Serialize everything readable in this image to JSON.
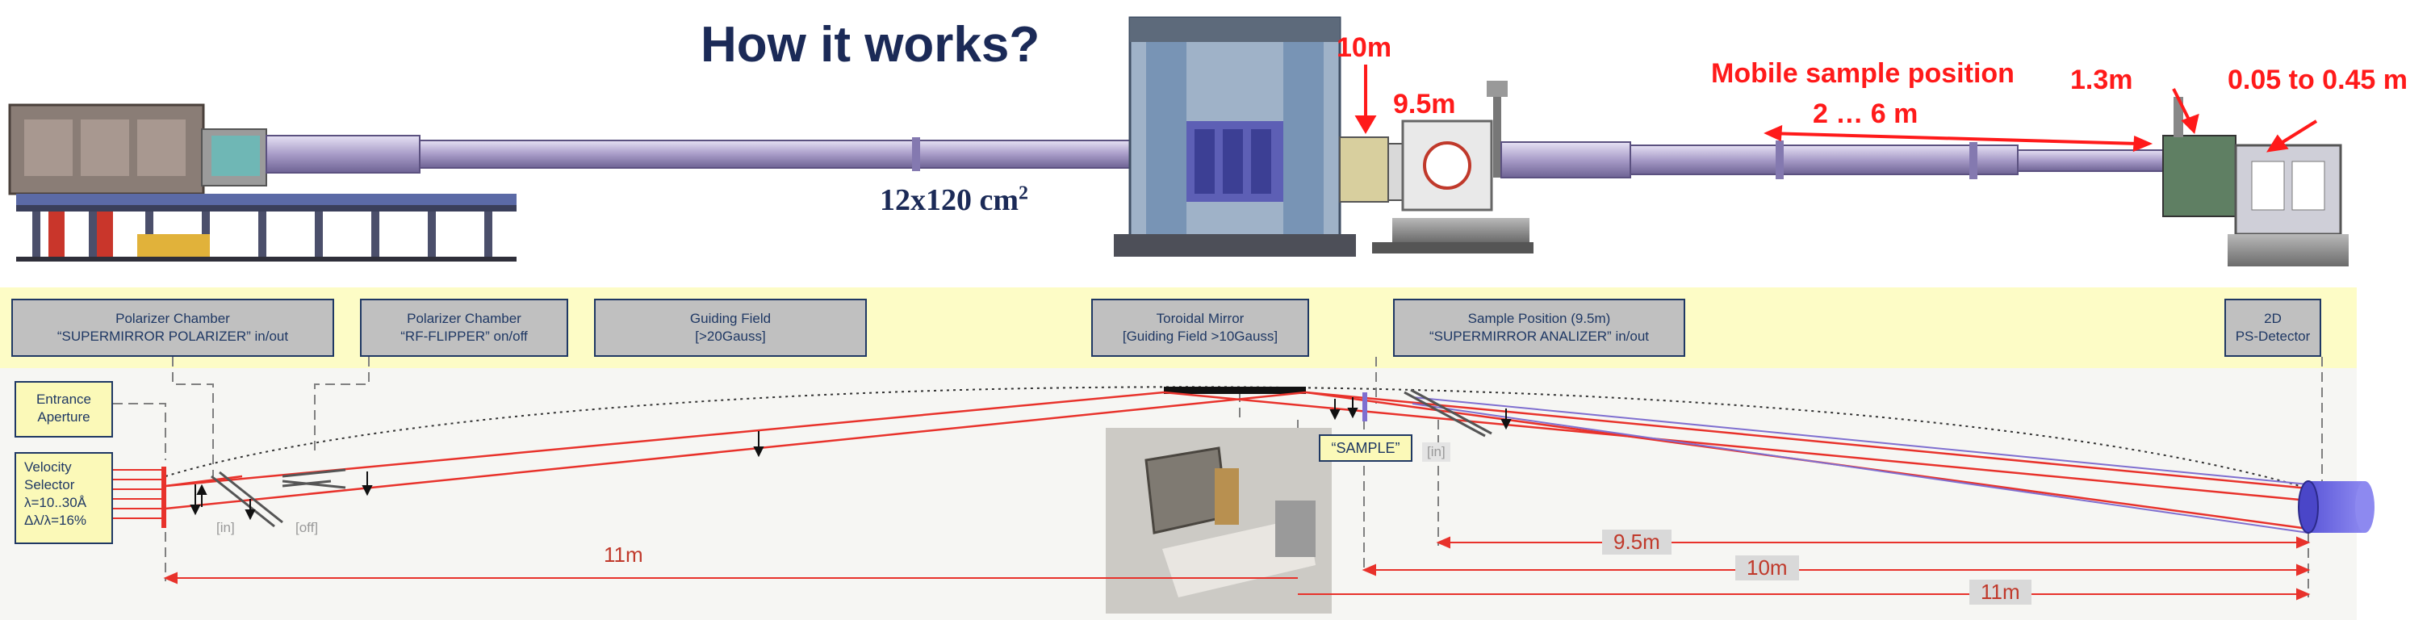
{
  "header": {
    "title": "How it works?",
    "beam_size": "12x120 cm",
    "beam_size_exp": "2"
  },
  "photo_labels": {
    "toroid_distance": "10m",
    "sample_distance": "9.5m",
    "mobile_position_line1": "Mobile sample position",
    "mobile_position_line2": "2 … 6  m",
    "detector_distance": "1.3m",
    "detector_range": "0.05 to 0.45 m"
  },
  "component_boxes": {
    "polarizer_1_line1": "Polarizer Chamber",
    "polarizer_1_line2": "“SUPERMIRROR POLARIZER” in/out",
    "polarizer_2_line1": "Polarizer Chamber",
    "polarizer_2_line2": "“RF-FLIPPER” on/off",
    "guiding_line1": "Guiding Field",
    "guiding_line2": "[>20Gauss]",
    "toroidal_line1": "Toroidal Mirror",
    "toroidal_line2": "[Guiding Field >10Gauss]",
    "sample_pos_line1": "Sample Position (9.5m)",
    "sample_pos_line2": "“SUPERMIRROR ANALIZER” in/out",
    "detector_line1": "2D",
    "detector_line2": "PS-Detector"
  },
  "schematic": {
    "entrance_line1": "Entrance",
    "entrance_line2": "Aperture",
    "velocity_line1": "Velocity",
    "velocity_line2": "Selector",
    "velocity_line3": "λ=10..30Å",
    "velocity_line4": "Δλ/λ=16%",
    "tag_in_1": "[in]",
    "tag_off": "[off]",
    "tag_in_2": "[in]",
    "sample_tag": "“SAMPLE”",
    "dist_11m_left": "11m",
    "dist_9_5m": "9.5m",
    "dist_10m": "10m",
    "dist_11m_right": "11m"
  },
  "colors": {
    "navy": "#1f3864",
    "beam_red": "#e8322b",
    "beam_violet": "#7f6fd0",
    "label_red": "#ff1a1a"
  }
}
